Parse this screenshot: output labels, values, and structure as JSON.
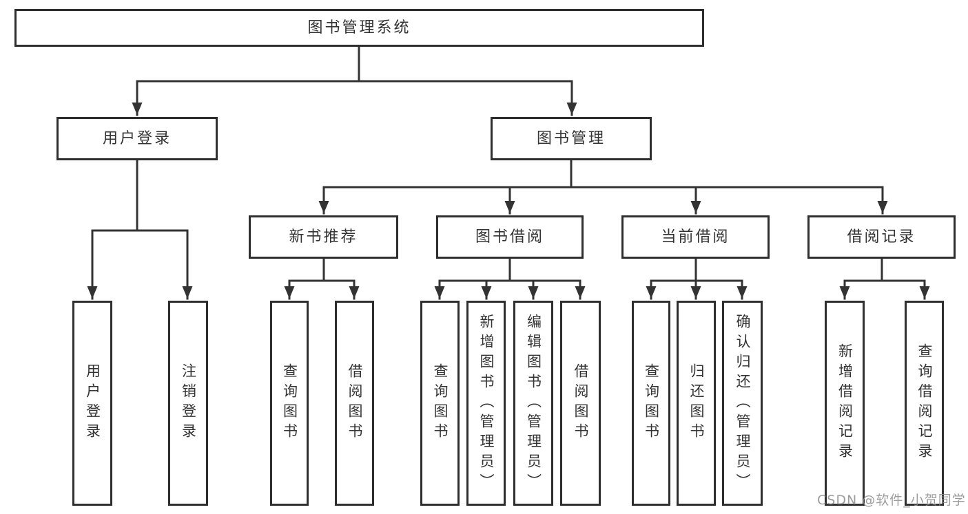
{
  "nodes": {
    "root": "图书管理系统",
    "user_login": "用户登录",
    "book_management": "图书管理",
    "new_book_recommend": "新书推荐",
    "book_borrowing": "图书借阅",
    "current_borrowing": "当前借阅",
    "borrowing_records": "借阅记录",
    "leaf_user_login": "用户登录",
    "leaf_logout": "注销登录",
    "nbr_query_books": "查询图书",
    "nbr_borrow_books": "借阅图书",
    "bb_query_books": "查询图书",
    "bb_add_books": "新增图书（管理员）",
    "bb_edit_books": "编辑图书（管理员）",
    "bb_borrow_books": "借阅图书",
    "cb_query_books": "查询图书",
    "cb_return_books": "归还图书",
    "cb_confirm_return": "确认归还（管理员）",
    "br_add_record": "新增借阅记录",
    "br_query_record": "查询借阅记录"
  },
  "watermark": "CSDN @软件_小贺同学",
  "colors": {
    "line": "#333333",
    "box_border": "#2e2e2e",
    "text": "#333333",
    "watermark": "#8c8c8c",
    "background": "#ffffff"
  }
}
